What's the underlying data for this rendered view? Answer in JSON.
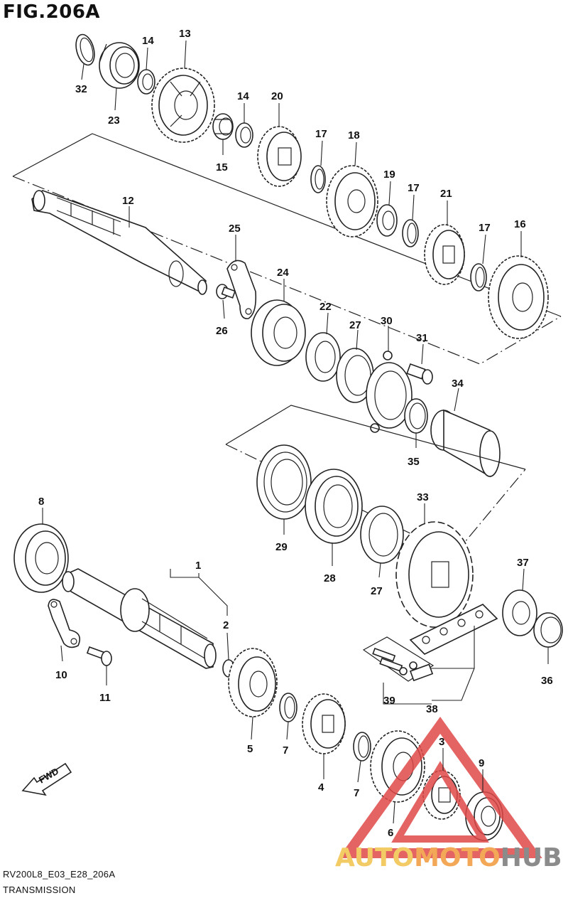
{
  "header": {
    "figure_title": "FIG.206A"
  },
  "footer": {
    "model_code": "RV200L8_E03_E28_206A",
    "section": "TRANSMISSION"
  },
  "direction_badge": {
    "label": "FWD"
  },
  "watermark": {
    "text": "AUTOMOTOHUB",
    "colors": {
      "auto_moto": "#f2c24a",
      "hub": "#777777",
      "triangle": "#e04848"
    }
  },
  "callouts": {
    "c1": "1",
    "c2": "2",
    "c3": "3",
    "c4": "4",
    "c5": "5",
    "c6": "6",
    "c7a": "7",
    "c7b": "7",
    "c8": "8",
    "c9": "9",
    "c10": "10",
    "c11": "11",
    "c12": "12",
    "c13": "13",
    "c14a": "14",
    "c14b": "14",
    "c15": "15",
    "c16": "16",
    "c17a": "17",
    "c17b": "17",
    "c17c": "17",
    "c18": "18",
    "c19": "19",
    "c20": "20",
    "c21": "21",
    "c22": "22",
    "c23": "23",
    "c24": "24",
    "c25": "25",
    "c26": "26",
    "c27a": "27",
    "c27b": "27",
    "c28": "28",
    "c29": "29",
    "c30": "30",
    "c31": "31",
    "c32": "32",
    "c33": "33",
    "c34": "34",
    "c35": "35",
    "c36": "36",
    "c37": "37",
    "c38": "38",
    "c39": "39"
  }
}
